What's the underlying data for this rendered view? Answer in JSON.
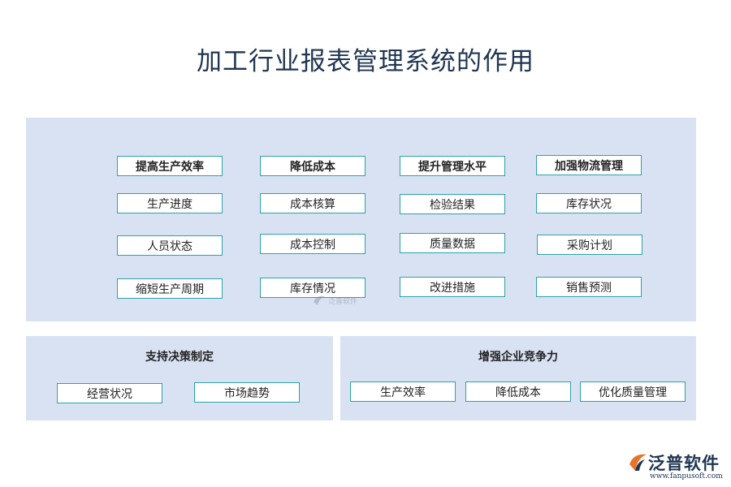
{
  "title": "加工行业报表管理系统的作用",
  "top_panel": {
    "columns": [
      {
        "header": "提高生产效率",
        "items": [
          "生产进度",
          "人员状态",
          "缩短生产周期"
        ]
      },
      {
        "header": "降低成本",
        "items": [
          "成本核算",
          "成本控制",
          "库存情况"
        ]
      },
      {
        "header": "提升管理水平",
        "items": [
          "检验结果",
          "质量数据",
          "改进措施"
        ]
      },
      {
        "header": "加强物流管理",
        "items": [
          "库存状况",
          "采购计划",
          "销售预测"
        ]
      }
    ]
  },
  "bottom_left": {
    "title": "支持决策制定",
    "items": [
      "经营状况",
      "市场趋势"
    ]
  },
  "bottom_right": {
    "title": "增强企业竞争力",
    "items": [
      "生产效率",
      "降低成本",
      "优化质量管理"
    ]
  },
  "watermark": {
    "text": "泛普软件"
  },
  "logo": {
    "name": "泛普软件",
    "url": "www.fanpusoft.com"
  },
  "colors": {
    "panel": "#d9e2f3",
    "box_border": "#2ba3a8",
    "title": "#1f3552",
    "logo_orange": "#e8742a"
  }
}
